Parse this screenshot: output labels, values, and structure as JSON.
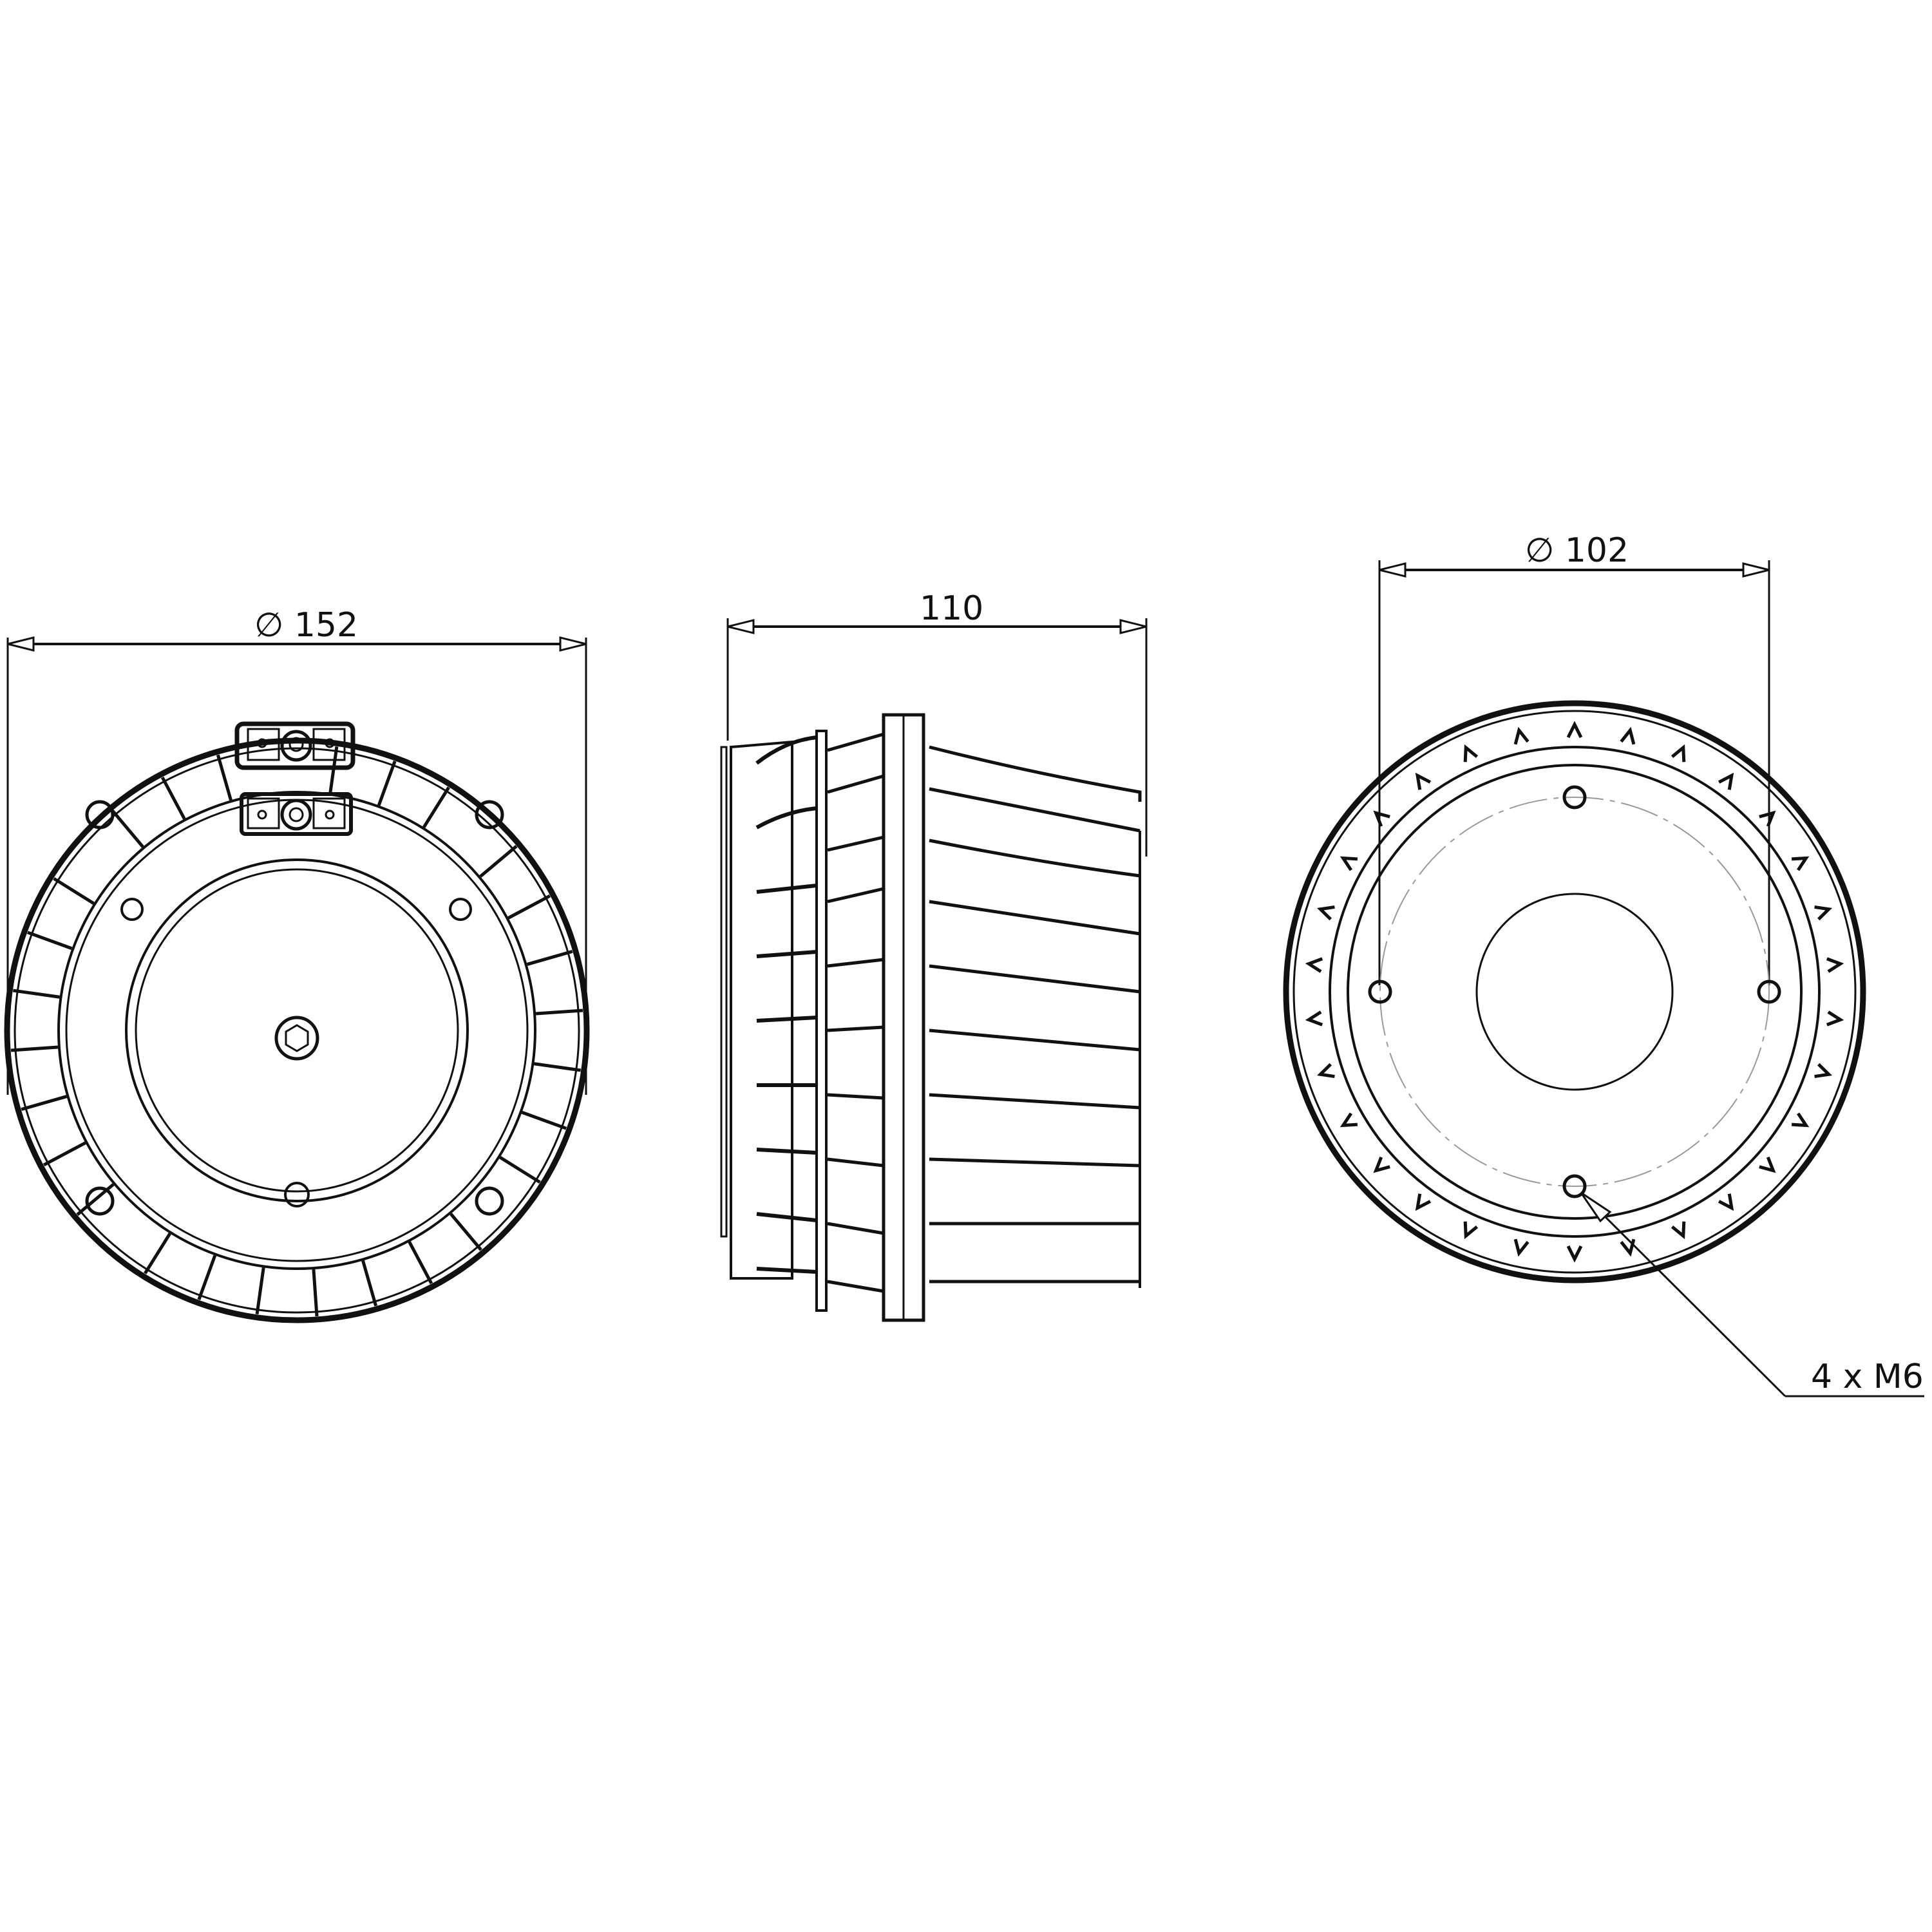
{
  "drawing": {
    "background": "#ffffff",
    "line_color": "#111111",
    "centerline_color": "#999999",
    "views": [
      {
        "name": "rear-view",
        "dimension": {
          "symbol": "∅",
          "value": "152",
          "label": "∅ 152"
        },
        "features": [
          "radial-heatsink-fins",
          "dual-terminal-blocks",
          "center-hex-socket",
          "mounting-screws"
        ]
      },
      {
        "name": "side-view",
        "dimension": {
          "symbol": "",
          "value": "110",
          "label": "110"
        },
        "features": [
          "heatsink-fin-stack",
          "mounting-flange"
        ]
      },
      {
        "name": "front-view",
        "dimension": {
          "symbol": "∅",
          "value": "102",
          "label": "∅ 102"
        },
        "callout": {
          "label": "4 x M6",
          "count": "4",
          "thread": "M6"
        },
        "features": [
          "bolt-circle",
          "throat-opening",
          "radial-heatsink-fins"
        ]
      }
    ]
  }
}
